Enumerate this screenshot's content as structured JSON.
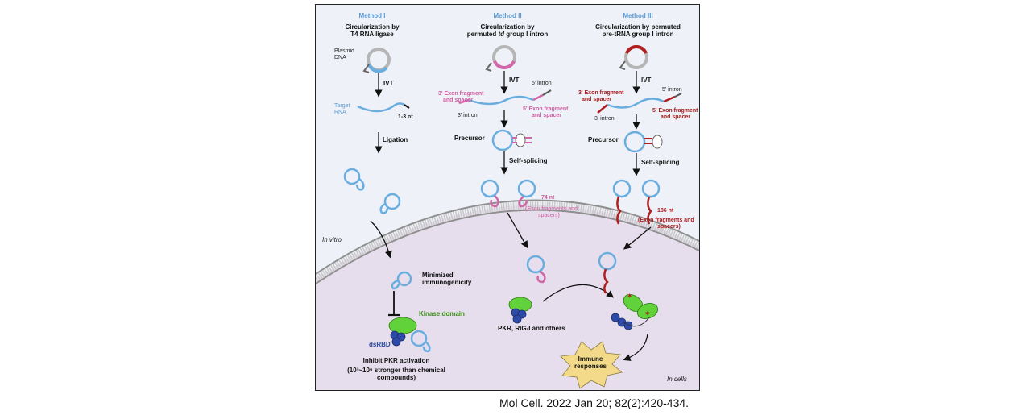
{
  "figure": {
    "method1": {
      "title": "Method I",
      "heading_line1": "Circularization by",
      "heading_line2": "T4 RNA ligase",
      "plasmid_line1": "Plasmid",
      "plasmid_line2": "DNA",
      "ivt": "IVT",
      "target_line1": "Target",
      "target_line2": "RNA",
      "nt": "1-3 nt",
      "ligation": "Ligation"
    },
    "method2": {
      "title": "Method II",
      "heading_line1": "Circularization by",
      "heading_line2_pre": "permuted ",
      "heading_line2_italic": "td",
      "heading_line2_post": " group I intron",
      "ivt": "IVT",
      "intron5": "5' intron",
      "exon3_line1": "3' Exon fragment",
      "exon3_line2": "and spacer",
      "exon5_line1": "5' Exon fragment",
      "exon5_line2": "and spacer",
      "intron3": "3' intron",
      "precursor": "Precursor",
      "self_splicing": "Self-splicing",
      "nt": "74 nt",
      "exon_note_line1": "(Exon fragments and",
      "exon_note_line2": "spacers)"
    },
    "method3": {
      "title": "Method III",
      "heading_line1": "Circularization by permuted",
      "heading_line2": "pre-tRNA group I intron",
      "ivt": "IVT",
      "intron5": "5' intron",
      "exon3_line1": "3' Exon fragment",
      "exon3_line2": "and spacer",
      "exon5_line1": "5' Exon fragment",
      "exon5_line2": "and spacer",
      "intron3": "3' intron",
      "precursor": "Precursor",
      "self_splicing": "Self-splicing",
      "nt": "186 nt",
      "exon_note_line1": "(Exon fragments and",
      "exon_note_line2": "spacers)"
    },
    "cell": {
      "in_vitro": "In vitro",
      "in_cells": "In cells",
      "minimized_line1": "Minimized",
      "minimized_line2": "immunogenicity",
      "kinase_domain": "Kinase domain",
      "dsrbd": "dsRBD",
      "inhibit_line1": "Inhibit PKR activation",
      "inhibit_line2": "(10³~10⁶ stronger than chemical",
      "inhibit_line3": "compounds)",
      "pkr": "PKR, RIG-I and others",
      "immune_line1": "Immune",
      "immune_line2": "responses"
    }
  },
  "citation": "Mol Cell. 2022 Jan 20; 82(2):420-434.",
  "colors": {
    "rna_blue": "#6aaee0",
    "exon_pink": "#d067a8",
    "exon_red": "#b01f1f",
    "kinase_green": "#62d23a",
    "dsrbd_navy": "#2d4aa8",
    "immune_yellow": "#f2da8a",
    "cell_purple": "#e6deec"
  }
}
